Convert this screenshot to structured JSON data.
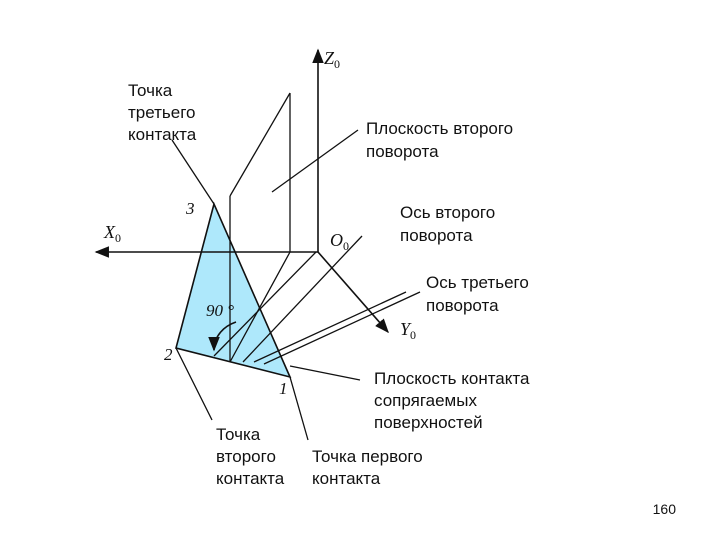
{
  "axes": {
    "z": {
      "letter": "Z",
      "sub": "0"
    },
    "x": {
      "letter": "X",
      "sub": "0"
    },
    "y": {
      "letter": "Y",
      "sub": "0"
    },
    "origin": {
      "letter": "O",
      "sub": "0"
    }
  },
  "labels": {
    "third_contact": [
      "Точка",
      "третьего",
      "контакта"
    ],
    "second_rotation_plane": [
      "Плоскость второго",
      "поворота"
    ],
    "second_rotation_axis": [
      "Ось второго",
      "поворота"
    ],
    "third_rotation_axis": [
      "Ось третьего",
      "поворота"
    ],
    "contact_plane": [
      "Плоскость контакта",
      "сопрягаемых",
      "поверхностей"
    ],
    "second_contact": [
      "Точка",
      "второго",
      "контакта"
    ],
    "first_contact": [
      "Точка первого",
      "контакта"
    ]
  },
  "points": {
    "p1": "1",
    "p2": "2",
    "p3": "3"
  },
  "angle": "90 °",
  "colors": {
    "triangle_fill": "#aee8fb",
    "line": "#111111"
  },
  "page_number": "160"
}
